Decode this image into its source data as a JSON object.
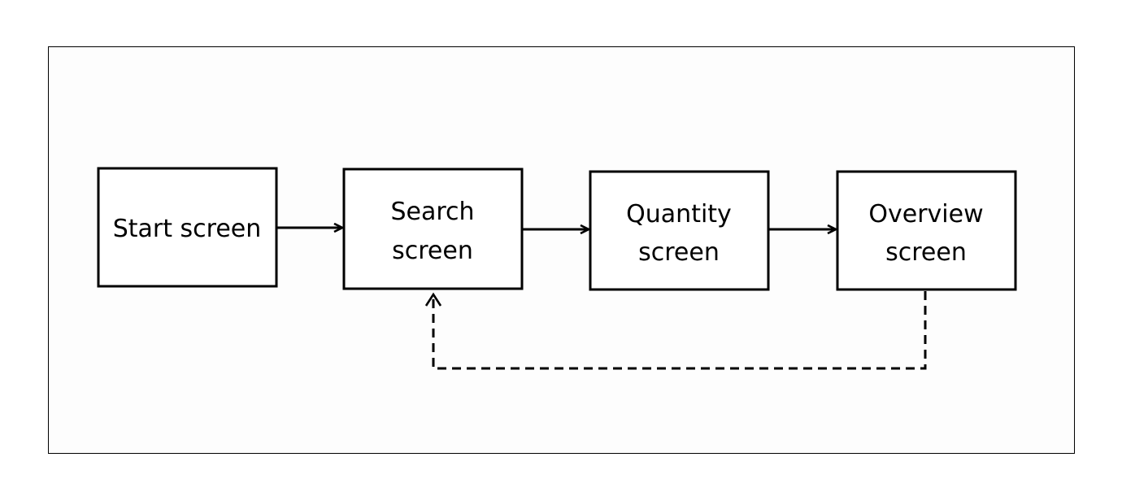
{
  "nodes": [
    {
      "id": "start",
      "lines": [
        "Start screen"
      ]
    },
    {
      "id": "search",
      "lines": [
        "Search",
        "screen"
      ]
    },
    {
      "id": "quantity",
      "lines": [
        "Quantity",
        "screen"
      ]
    },
    {
      "id": "overview",
      "lines": [
        "Overview",
        "screen"
      ]
    }
  ],
  "edges": [
    {
      "from": "start",
      "to": "search",
      "style": "solid"
    },
    {
      "from": "search",
      "to": "quantity",
      "style": "solid"
    },
    {
      "from": "quantity",
      "to": "overview",
      "style": "solid"
    },
    {
      "from": "overview",
      "to": "search",
      "style": "dashed"
    }
  ]
}
